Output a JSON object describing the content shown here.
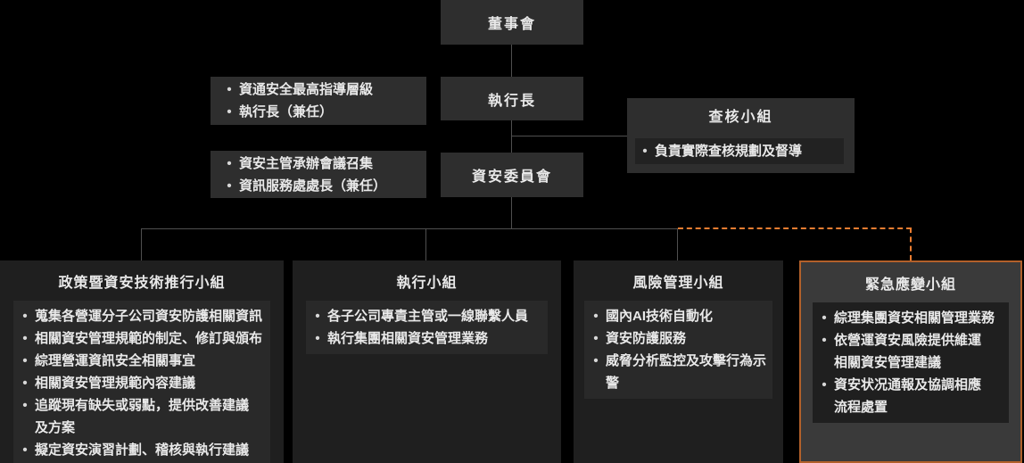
{
  "colors": {
    "background": "#000000",
    "node_fill": "#2e2e2e",
    "group_fill": "#1f1f1f",
    "panel_fill": "#292929",
    "highlight_fill": "#3a3a3a",
    "highlight_border": "#b2602a",
    "accent_dashed_line": "#ed7d31",
    "connector": "#4f4f4f",
    "text": "#e9e9e9"
  },
  "glyphs": {
    "bullet": "•"
  },
  "nodes": {
    "board": {
      "label": "董事會"
    },
    "ceo": {
      "label": "執行長"
    },
    "committee": {
      "label": "資安委員會"
    },
    "ceo_note": {
      "items": [
        "資通安全最高指導層級",
        "執行長（兼任）"
      ]
    },
    "committee_note": {
      "items": [
        "資安主管承辦會議召集",
        "資訊服務處處長（兼任）"
      ]
    },
    "audit": {
      "title": "查核小組",
      "items": [
        "負責實際查核規劃及督導"
      ]
    }
  },
  "groups": [
    {
      "title": "政策暨資安技術推行小組",
      "items": [
        "蒐集各營運分子公司資安防護相關資訊",
        "相關資安管理規範的制定、修訂與頒布",
        "綜理營運資訊安全相關事宜",
        "相關資安管理規範內容建議",
        "追蹤現有缺失或弱點，提供改善建議\n及方案",
        "擬定資安演習計劃、稽核與執行建議"
      ]
    },
    {
      "title": "執行小組",
      "items": [
        "各子公司專責主管或一線聯繫人員",
        "執行集團相關資安管理業務"
      ]
    },
    {
      "title": "風險管理小組",
      "items": [
        "國內AI技術自動化",
        "資安防護服務",
        "威脅分析監控及攻擊行為示警"
      ]
    },
    {
      "title": "緊急應變小組",
      "highlighted": true,
      "items": [
        "綜理集團資安相關管理業務",
        "依營運資安風險提供維運\n相關資安管理建議",
        "資安状况通報及協調相應\n流程處置"
      ]
    }
  ]
}
